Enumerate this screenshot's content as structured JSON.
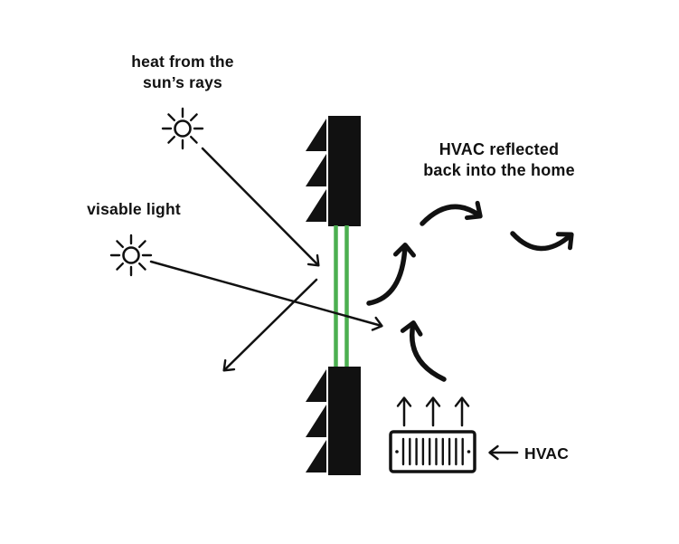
{
  "diagram": {
    "title": "Low-E window heat reflection diagram",
    "labels": {
      "heat_line1": "heat from the",
      "heat_line2": "sun’s rays",
      "visible_light": "visable light",
      "hvac_reflected_line1": "HVAC reflected",
      "hvac_reflected_line2": "back into the home",
      "hvac": "HVAC"
    },
    "icons": {
      "sun_heat": "sun-icon",
      "sun_visible": "sun-icon",
      "window": "window-cross-section-icon",
      "hvac_unit": "hvac-vent-icon"
    },
    "colors": {
      "ink": "#111111",
      "glass_green": "#4caf50",
      "background": "#ffffff"
    }
  }
}
